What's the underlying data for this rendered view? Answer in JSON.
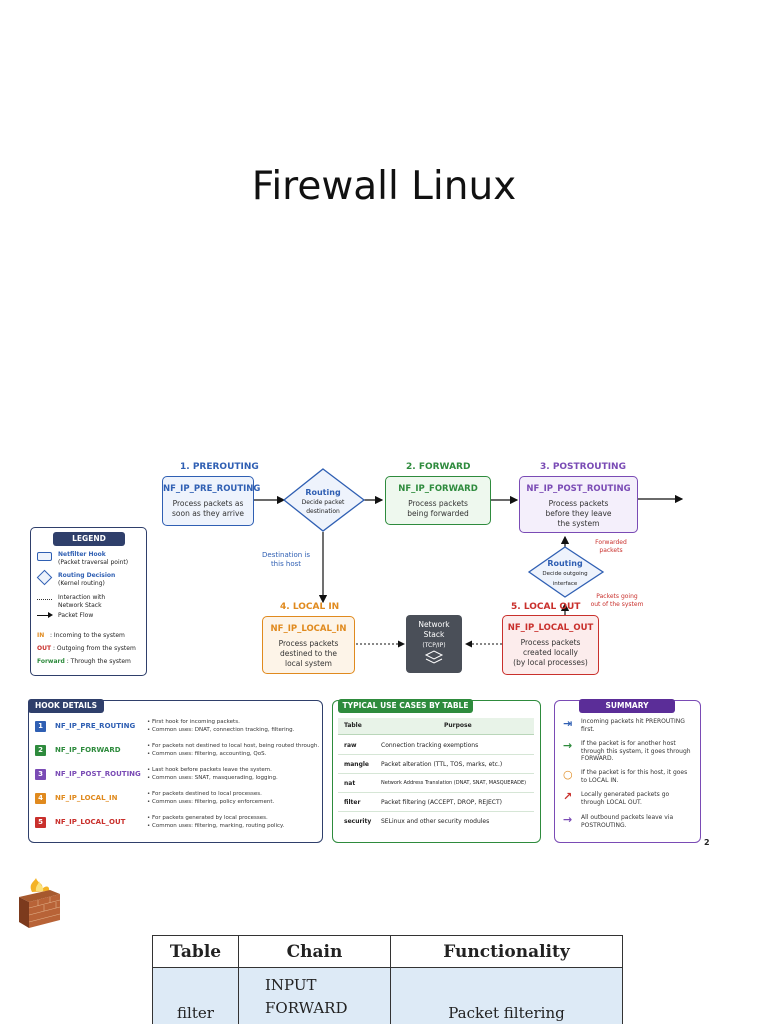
{
  "slide_title": "Firewall Linux",
  "diagram": {
    "headers": {
      "prerouting": "1. PREROUTING",
      "forward": "2. FORWARD",
      "postrouting": "3. POSTROUTING",
      "local_in": "4.  LOCAL IN",
      "local_out": "5.  LOCAL OUT"
    },
    "hooks": {
      "pre_routing": {
        "name": "NF_IP_PRE_ROUTING",
        "desc1": "Process packets as",
        "desc2": "soon as they arrive"
      },
      "forward": {
        "name": "NF_IP_FORWARD",
        "desc1": "Process packets",
        "desc2": "being forwarded"
      },
      "post_routing": {
        "name": "NF_IP_POST_ROUTING",
        "desc1": "Process packets",
        "desc2": "before they leave",
        "desc3": "the system"
      },
      "local_in": {
        "name": "NF_IP_LOCAL_IN",
        "desc1": "Process packets",
        "desc2": "destined to the",
        "desc3": "local system"
      },
      "local_out": {
        "name": "NF_IP_LOCAL_OUT",
        "desc1": "Process packets",
        "desc2": "created locally",
        "desc3": "(by local processes)"
      }
    },
    "routing1": {
      "title": "Routing",
      "desc1": "Decide packet",
      "desc2": "destination"
    },
    "routing2": {
      "title": "Routing",
      "desc1": "Decide outgoing",
      "desc2": "interface"
    },
    "network_stack": {
      "title1": "Network",
      "title2": "Stack",
      "sub": "(TCP/IP)"
    },
    "annotations": {
      "dest_host1": "Destination is",
      "dest_host2": "this host",
      "forwarded1": "Forwarded",
      "forwarded2": "packets",
      "going_out1": "Packets going",
      "going_out2": "out of the system"
    },
    "legend": {
      "title": "LEGEND",
      "hook": "Netfilter Hook",
      "hook_sub": "(Packet traversal point)",
      "routing": "Routing Decision",
      "routing_sub": "(Kernel routing)",
      "interaction1": "Interaction with",
      "interaction2": "Network Stack",
      "flow": "Packet Flow",
      "in_key": "IN",
      "in_val": ": Incoming to the system",
      "out_key": "OUT",
      "out_val": ": Outgoing from the system",
      "fwd_key": "Forward",
      "fwd_val": ": Through the system"
    },
    "hook_details": {
      "title": "HOOK DETAILS",
      "rows": [
        {
          "num": "1",
          "name": "NF_IP_PRE_ROUTING",
          "d1": "First hook for incoming packets.",
          "d2": "Common uses: DNAT, connection tracking, filtering."
        },
        {
          "num": "2",
          "name": "NF_IP_FORWARD",
          "d1": "For packets not destined to local host, being routed through.",
          "d2": "Common uses: filtering, accounting, QoS."
        },
        {
          "num": "3",
          "name": "NF_IP_POST_ROUTING",
          "d1": "Last hook before packets leave the system.",
          "d2": "Common uses: SNAT, masquerading, logging."
        },
        {
          "num": "4",
          "name": "NF_IP_LOCAL_IN",
          "d1": "For packets destined to local processes.",
          "d2": "Common uses: filtering, policy enforcement."
        },
        {
          "num": "5",
          "name": "NF_IP_LOCAL_OUT",
          "d1": "For packets generated by local processes.",
          "d2": "Common uses: filtering, marking, routing policy."
        }
      ]
    },
    "use_cases": {
      "title": "TYPICAL USE CASES BY TABLE",
      "col_table": "Table",
      "col_purpose": "Purpose",
      "rows": [
        {
          "table": "raw",
          "purpose": "Connection tracking exemptions"
        },
        {
          "table": "mangle",
          "purpose": "Packet alteration (TTL, TOS, marks, etc.)"
        },
        {
          "table": "nat",
          "purpose": "Network Address Translation (DNAT, SNAT, MASQUERADE)"
        },
        {
          "table": "filter",
          "purpose": "Packet filtering (ACCEPT, DROP, REJECT)"
        },
        {
          "table": "security",
          "purpose": "SELinux and other security modules"
        }
      ]
    },
    "summary": {
      "title": "SUMMARY",
      "rows": [
        {
          "l1": "Incoming packets hit PREROUTING",
          "l2": "first.",
          "l3": ""
        },
        {
          "l1": "If the packet is for another host",
          "l2": "through this system, it goes through",
          "l3": "FORWARD."
        },
        {
          "l1": "If the packet is for this host, it goes",
          "l2": "to LOCAL IN.",
          "l3": ""
        },
        {
          "l1": "Locally generated packets go",
          "l2": "through LOCAL OUT.",
          "l3": ""
        },
        {
          "l1": "All outbound packets leave via",
          "l2": "POSTROUTING.",
          "l3": ""
        }
      ]
    },
    "page_number": "2"
  },
  "table": {
    "headers": [
      "Table",
      "Chain",
      "Functionality"
    ],
    "row1": {
      "table": "filter",
      "chain1": "INPUT",
      "chain2": "FORWARD",
      "func": "Packet filtering"
    }
  },
  "colors": {
    "blue": "#2f5fb3",
    "green": "#2e8b3d",
    "purple": "#7a4bb5",
    "orange": "#e08a1e",
    "red": "#c9302c",
    "navy": "#2f3f6b"
  },
  "icons": {
    "firewall": "brick-firewall-icon"
  }
}
